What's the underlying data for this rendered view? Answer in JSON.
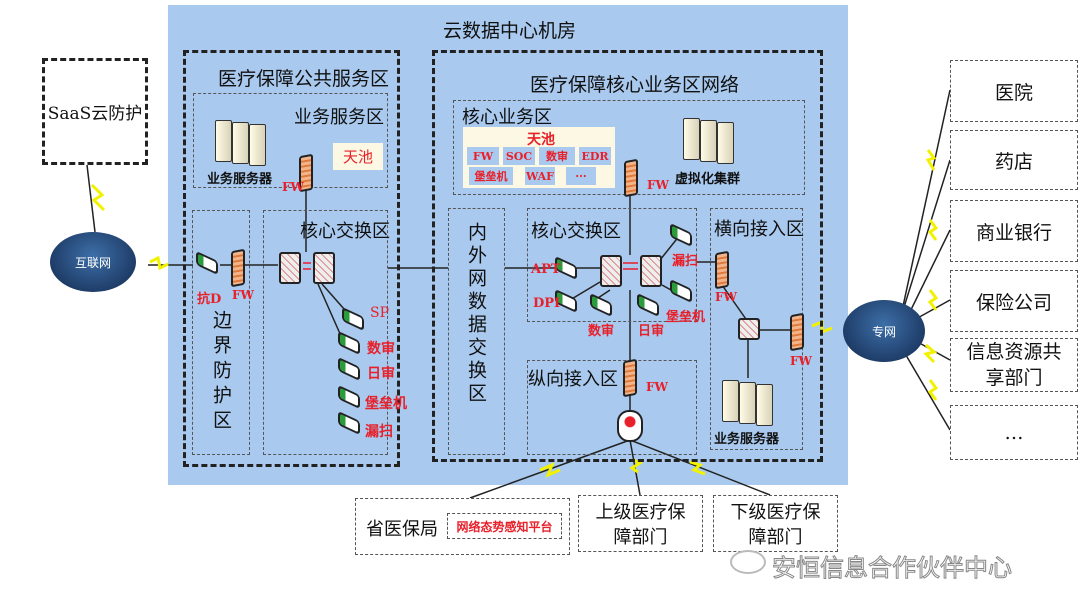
{
  "title": "云数据中心机房",
  "external": {
    "saas": "SaaS云防护",
    "internet": "互联网",
    "private_net": "专网"
  },
  "public_zone": {
    "title": "医疗保障公共服务区",
    "business_zone": {
      "title": "业务服务区",
      "servers": "业务服务器",
      "tianchi": "天池",
      "fw": "FW"
    },
    "border_zone": {
      "title": "边界防护区",
      "anti_ddos": "抗D",
      "fw": "FW"
    },
    "core_switch": {
      "title": "核心交换区",
      "devices": [
        "SP",
        "数审",
        "日审",
        "堡垒机",
        "漏扫"
      ]
    }
  },
  "core_zone": {
    "title": "医疗保障核心业务区网络",
    "core_business": {
      "title": "核心业务区",
      "tianchi": "天池",
      "items": [
        "FW",
        "SOC",
        "数审",
        "EDR",
        "堡垒机",
        "WAF",
        "···"
      ],
      "fw": "FW",
      "cluster": "虚拟化集群"
    },
    "exchange": "内外网数据交换区",
    "core_switch": {
      "title": "核心交换区",
      "apt": "APT",
      "dpi": "DPI",
      "audit_db": "数审",
      "audit_log": "日审",
      "scan": "漏扫",
      "bastion": "堡垒机"
    },
    "horizontal": {
      "title": "横向接入区",
      "fw1": "FW",
      "fw2": "FW",
      "servers": "业务服务器"
    },
    "vertical": {
      "title": "纵向接入区",
      "fw": "FW"
    }
  },
  "partners": [
    "医院",
    "药店",
    "商业银行",
    "保险公司",
    "信息资源共享部门",
    "…"
  ],
  "bottom": {
    "provincial": "省医保局",
    "platform": "网络态势感知平台",
    "upper": "上级医疗保障部门",
    "lower": "下级医疗保障部门"
  },
  "watermark": "安恒信息合作伙伴中心",
  "colors": {
    "background": "#a9c9ee",
    "label_red": "#e8202a",
    "lightning": "#f2f200"
  }
}
